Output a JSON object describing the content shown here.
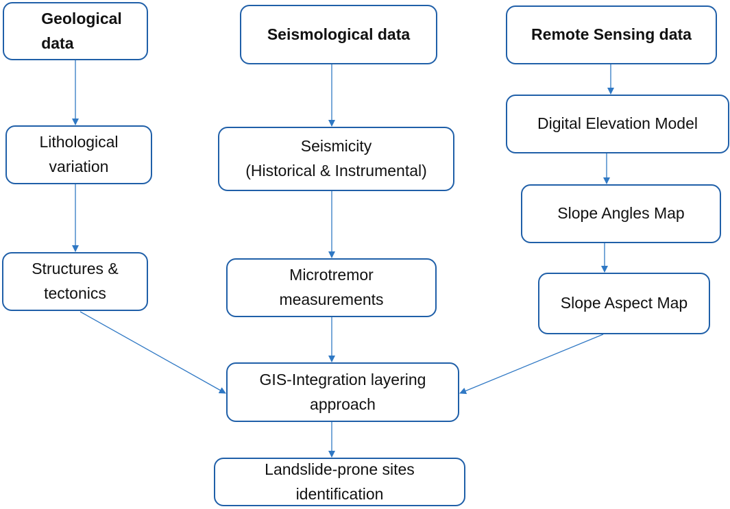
{
  "nodes": {
    "geological": "Geological\ndata",
    "seismological": "Seismological data",
    "remote_sensing": "Remote Sensing data",
    "lithological": "Lithological\nvariation",
    "seismicity": "Seismicity\n(Historical & Instrumental)",
    "dem": "Digital Elevation Model",
    "slope_angles": "Slope Angles Map",
    "structures": "Structures &\ntectonics",
    "microtremor": "Microtremor\nmeasurements",
    "slope_aspect": "Slope Aspect Map",
    "gis": "GIS-Integration layering\napproach",
    "landslide": "Landslide-prone sites\nidentification"
  },
  "colors": {
    "border": "#1f5fa8",
    "arrow": "#2f78c4",
    "background": "#ffffff"
  }
}
